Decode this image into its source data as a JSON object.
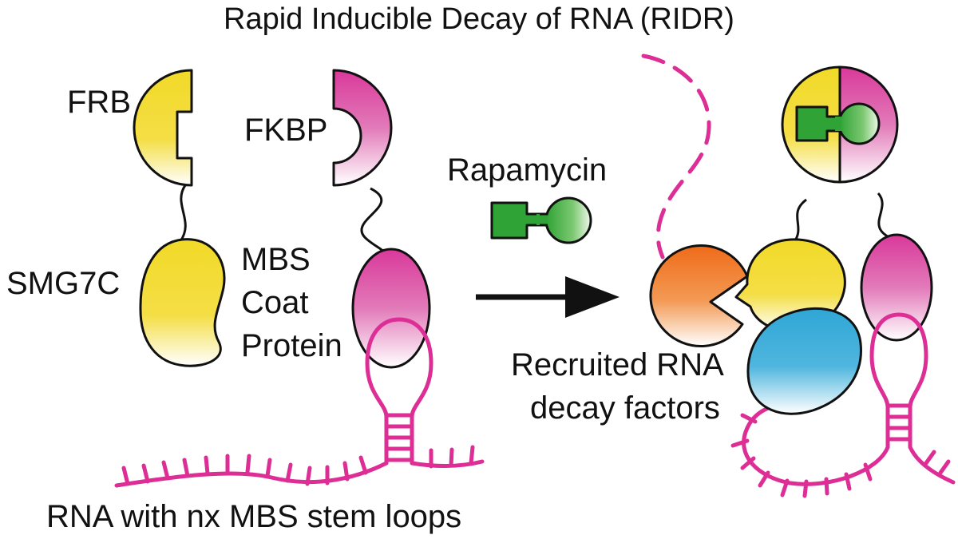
{
  "title": "Rapid Inducible Decay of RNA (RIDR)",
  "labels": {
    "frb": "FRB",
    "fkbp": "FKBP",
    "smg7c": "SMG7C",
    "mbs_line1": "MBS",
    "mbs_line2": "Coat",
    "mbs_line3": "Protein",
    "rapamycin": "Rapamycin",
    "recruited_line1": "Recruited RNA",
    "recruited_line2": "decay factors",
    "rna": "RNA with nx MBS stem loops"
  },
  "colors": {
    "yellow": "#f2da28",
    "magenta": "#d9399a",
    "rna_pink": "#dd2e95",
    "green": "#2fa335",
    "orange": "#ef6b19",
    "blue": "#2fa6d6",
    "outline": "#111111"
  }
}
